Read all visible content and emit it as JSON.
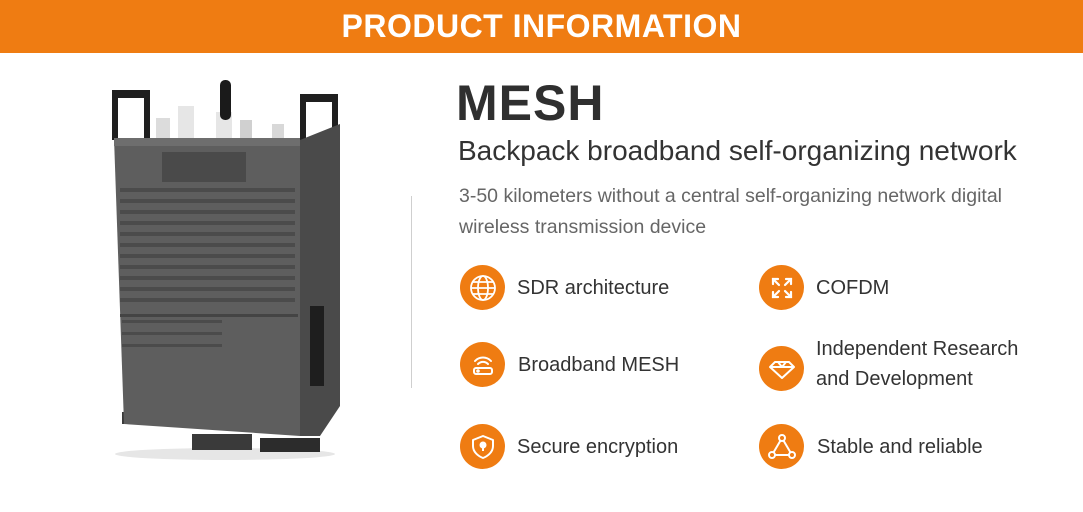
{
  "banner": {
    "title": "PRODUCT INFORMATION"
  },
  "product": {
    "title": "MESH",
    "subtitle": "Backpack broadband self-organizing network",
    "description": "3-50 kilometers without a central self-organizing network digital wireless transmission device"
  },
  "features": [
    {
      "label": "SDR architecture",
      "icon": "globe-icon"
    },
    {
      "label": "COFDM",
      "icon": "arrows-expand-icon"
    },
    {
      "label": "Broadband MESH",
      "icon": "wifi-router-icon"
    },
    {
      "label": "Independent Research and Development",
      "icon": "diamond-icon"
    },
    {
      "label": "Secure encryption",
      "icon": "shield-lock-icon"
    },
    {
      "label": "Stable and reliable",
      "icon": "triangle-nodes-icon"
    }
  ],
  "colors": {
    "accent": "#ef7c12",
    "text": "#333333",
    "muted": "#666666"
  }
}
